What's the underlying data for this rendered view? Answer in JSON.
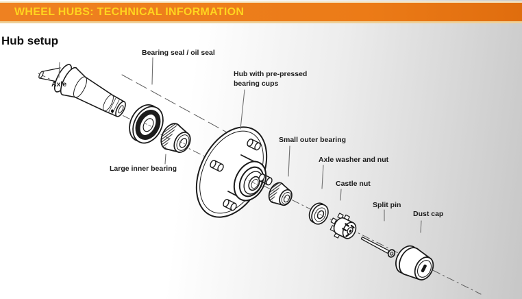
{
  "header": {
    "title": "WHEEL HUBS: TECHNICAL INFORMATION"
  },
  "page": {
    "subtitle": "Hub setup"
  },
  "colors": {
    "header_bar_orange": "#ec7b17",
    "header_title_yellow": "#ffd41f",
    "header_trim_cream": "#efd096",
    "line_art": "#1b1b1b",
    "leader_gray": "#6e6e6e",
    "background_left": "#ffffff",
    "background_right": "#c7c7c7"
  },
  "diagram": {
    "type": "exploded-assembly-diagram",
    "labels": {
      "axle": "Axle",
      "bearing_seal": "Bearing seal / oil seal",
      "large_inner_bearing": "Large inner bearing",
      "hub": {
        "lines": [
          "Hub with pre-pressed",
          "bearing cups"
        ]
      },
      "small_outer_bearing": "Small outer bearing",
      "axle_washer_and_nut": "Axle washer and nut",
      "castle_nut": "Castle nut",
      "split_pin": "Split pin",
      "dust_cap": "Dust cap"
    },
    "parts_order": [
      "Axle",
      "Bearing seal / oil seal",
      "Large inner bearing",
      "Hub with pre-pressed bearing cups",
      "Small outer bearing",
      "Axle washer and nut",
      "Castle nut",
      "Split pin",
      "Dust cap"
    ]
  }
}
